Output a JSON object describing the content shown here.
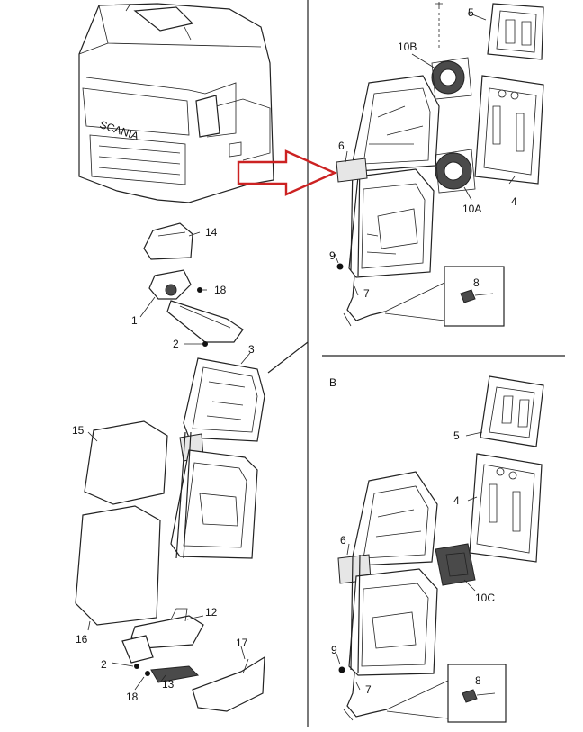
{
  "section_labels": {
    "b": "B"
  },
  "callouts": {
    "c1": "1",
    "c2a": "2",
    "c2b": "2",
    "c3": "3",
    "c5a": "5",
    "c10b": "10B",
    "c4a": "4",
    "c6a": "6",
    "c10a": "10A",
    "c9a": "9",
    "c7a": "7",
    "c8a": "8",
    "c14": "14",
    "c18a": "18",
    "c15": "15",
    "c16": "16",
    "c12": "12",
    "c17": "17",
    "c13": "13",
    "c18b": "18",
    "c5b": "5",
    "c4b": "4",
    "c6b": "6",
    "c10c": "10C",
    "c9b": "9",
    "c7b": "7",
    "c8b": "8"
  },
  "colors": {
    "arrow": "#cc2222",
    "line": "#222222",
    "fill_light": "#e6e6e6"
  }
}
